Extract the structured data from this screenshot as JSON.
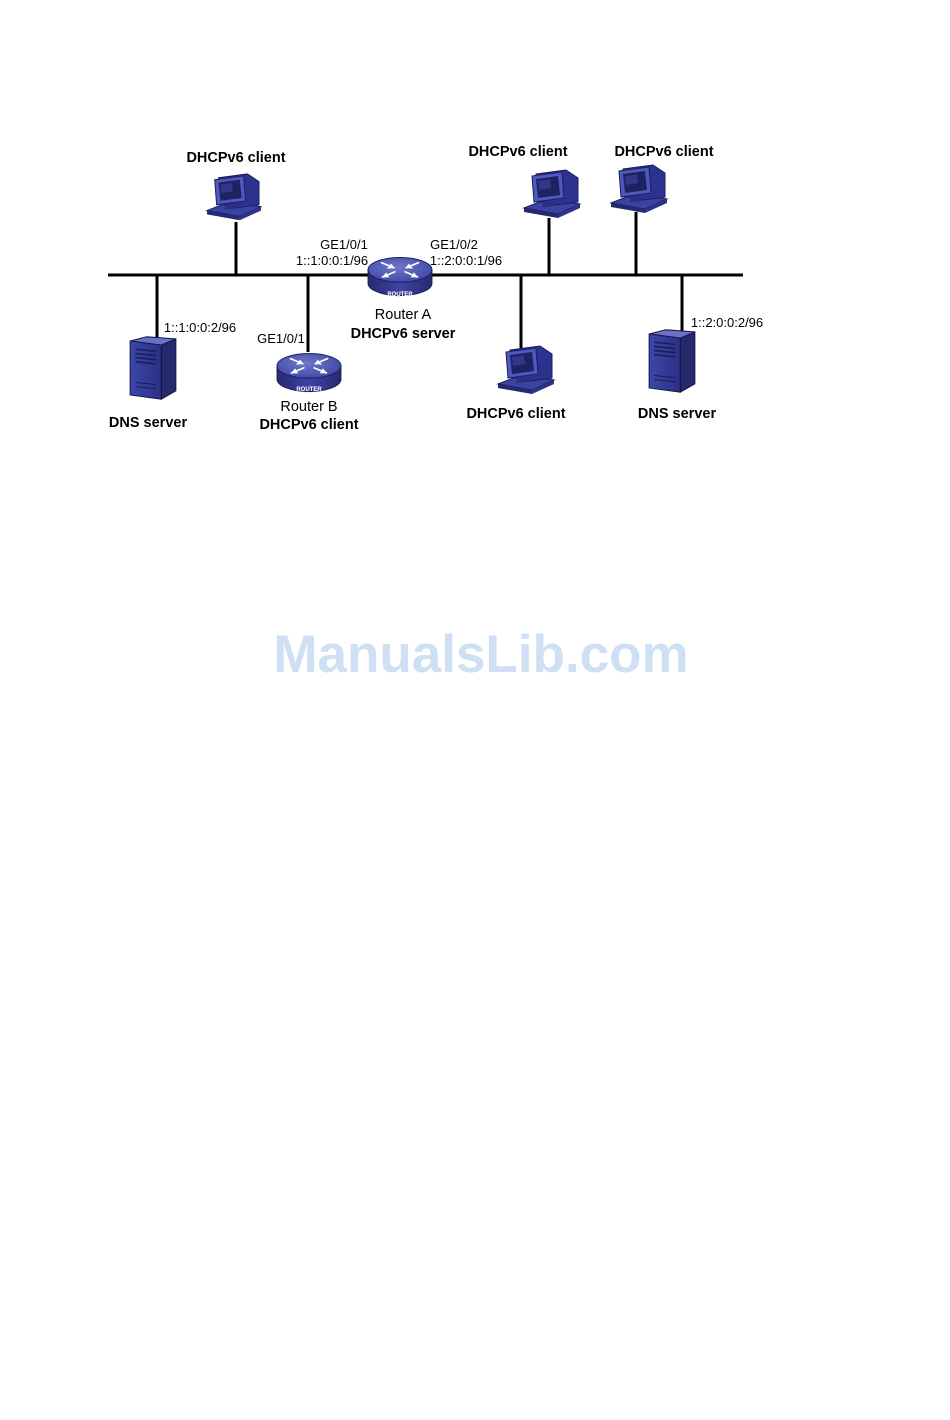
{
  "colors": {
    "line": "#000000",
    "device_dark": "#2a2d7a",
    "device_mid": "#3d45a8",
    "device_light": "#7f86d4",
    "watermark": "#cfe0f4"
  },
  "nodes": {
    "client_top_left": {
      "role": "DHCPv6 client",
      "icon": "pc-icon"
    },
    "client_top_mid": {
      "role": "DHCPv6 client",
      "icon": "pc-icon"
    },
    "client_top_right": {
      "role": "DHCPv6 client",
      "icon": "pc-icon"
    },
    "client_bottom": {
      "role": "DHCPv6 client",
      "icon": "pc-icon"
    },
    "dns_left": {
      "role": "DNS server",
      "address": "1::1:0:0:2/96",
      "icon": "server-icon"
    },
    "dns_right": {
      "role": "DNS server",
      "address": "1::2:0:0:2/96",
      "icon": "server-icon"
    },
    "router_a": {
      "name": "Router A",
      "role": "DHCPv6 server",
      "icon_text": "ROUTER",
      "if1_name": "GE1/0/1",
      "if1_addr": "1::1:0:0:1/96",
      "if2_name": "GE1/0/2",
      "if2_addr": "1::2:0:0:1/96"
    },
    "router_b": {
      "name": "Router B",
      "role": "DHCPv6 client",
      "icon_text": "ROUTER",
      "if_name": "GE1/0/1"
    }
  },
  "watermark": "ManualsLib.com"
}
